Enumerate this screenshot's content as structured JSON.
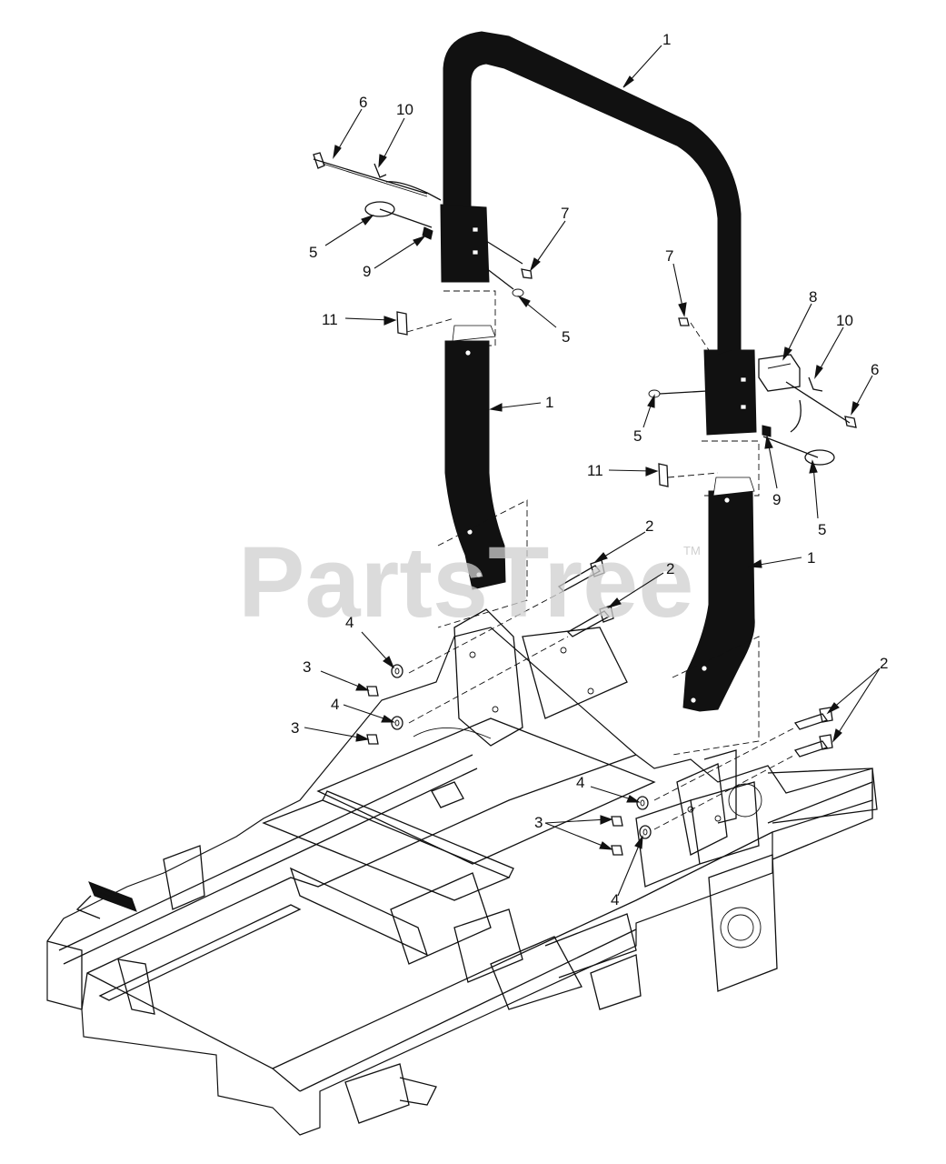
{
  "watermark": {
    "text": "PartsTree",
    "trademark": "TM"
  },
  "callouts": [
    {
      "id": "c1a",
      "label": "1"
    },
    {
      "id": "c1b",
      "label": "1"
    },
    {
      "id": "c1c",
      "label": "1"
    },
    {
      "id": "c2a",
      "label": "2"
    },
    {
      "id": "c2b",
      "label": "2"
    },
    {
      "id": "c2c",
      "label": "2"
    },
    {
      "id": "c3a",
      "label": "3"
    },
    {
      "id": "c3b",
      "label": "3"
    },
    {
      "id": "c3c",
      "label": "3"
    },
    {
      "id": "c4a",
      "label": "4"
    },
    {
      "id": "c4b",
      "label": "4"
    },
    {
      "id": "c4c",
      "label": "4"
    },
    {
      "id": "c4d",
      "label": "4"
    },
    {
      "id": "c5a",
      "label": "5"
    },
    {
      "id": "c5b",
      "label": "5"
    },
    {
      "id": "c5c",
      "label": "5"
    },
    {
      "id": "c5d",
      "label": "5"
    },
    {
      "id": "c6a",
      "label": "6"
    },
    {
      "id": "c6b",
      "label": "6"
    },
    {
      "id": "c7a",
      "label": "7"
    },
    {
      "id": "c7b",
      "label": "7"
    },
    {
      "id": "c8",
      "label": "8"
    },
    {
      "id": "c9a",
      "label": "9"
    },
    {
      "id": "c9b",
      "label": "9"
    },
    {
      "id": "c10a",
      "label": "10"
    },
    {
      "id": "c10b",
      "label": "10"
    },
    {
      "id": "c11a",
      "label": "11"
    },
    {
      "id": "c11b",
      "label": "11"
    }
  ]
}
